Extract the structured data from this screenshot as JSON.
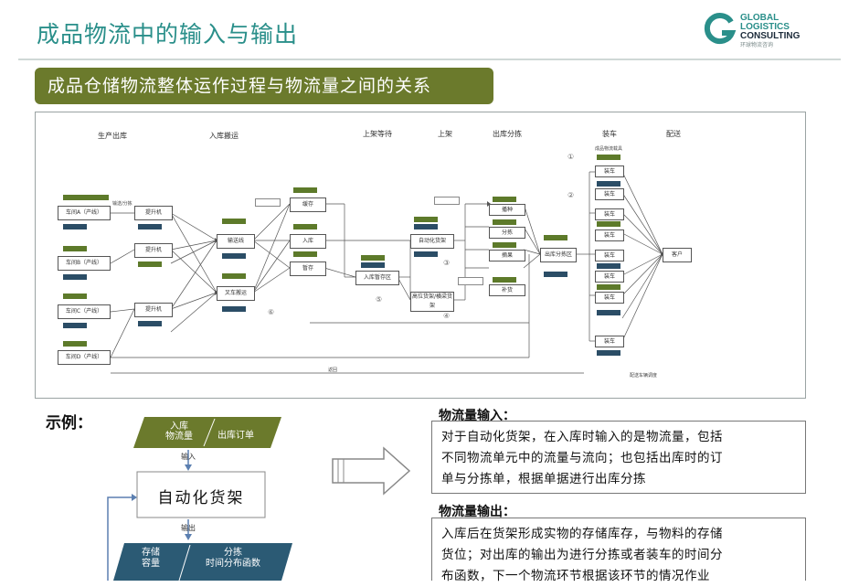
{
  "header": {
    "title": "成品物流中的输入与输出",
    "logo_lines": [
      "GLOBAL",
      "LOGISTICS",
      "CONSULTING"
    ],
    "logo_small": "环球物流咨询",
    "colors": {
      "teal": "#2a8f8a",
      "banner": "#6b7a2c",
      "green_tag": "#5d7a2a",
      "navy_tag": "#2b4d66"
    }
  },
  "banner": {
    "text": "成品仓储物流整体运作过程与物流量之间的关系"
  },
  "flow": {
    "stages": [
      "生产出库",
      "入库搬运",
      "上架等待",
      "上架",
      "出库分拣",
      "装车",
      "配送"
    ],
    "nodes": {
      "prod_lines": [
        "车间A（产线）",
        "车间B（产线）",
        "车间C（产线）",
        "车间D（产线）"
      ],
      "transfer": [
        "提升机",
        "提升机",
        "提升机"
      ],
      "inbound": [
        "输送线",
        "叉车搬运"
      ],
      "buffer": [
        "缓存",
        "入库",
        "暂存"
      ],
      "storage": [
        "入库暂存区",
        "自动化货架",
        "高位货架/横梁货架"
      ],
      "pick": [
        "播种",
        "分拣",
        "摘果",
        "补货"
      ],
      "sort_area": "出库分拣区",
      "dock": [
        "装车",
        "装车",
        "装车",
        "装车",
        "装车",
        "装车",
        "装车",
        "装车"
      ],
      "customer": "客户"
    },
    "notes": {
      "top_right": "成品物流载具",
      "bottom_right": "配送车辆调度",
      "bottom_mid": "返回",
      "stream": "输送/分拣"
    },
    "circled": [
      "①",
      "②",
      "③",
      "④",
      "⑤",
      "⑥"
    ]
  },
  "example": {
    "label": "示例：",
    "top_input": {
      "left_line1": "入库",
      "left_line2": "物流量",
      "right": "出库订单"
    },
    "in_arrow_label": "输入",
    "center_box": "自动化货架",
    "out_arrow_label": "输出",
    "bottom_output": {
      "left_line1": "存储",
      "left_line2": "容量",
      "right_line1": "分拣",
      "right_line2": "时间分布函数"
    }
  },
  "text_panels": {
    "input_title": "物流量输入：",
    "input_lines": [
      "对于自动化货架，在入库时输入的是物流量，包括",
      "不同物流单元中的流量与流向；也包括出库时的订",
      "单与分拣单，根据单据进行出库分拣"
    ],
    "output_title": "物流量输出：",
    "output_lines": [
      "入库后在货架形成实物的存储库存，与物料的存储",
      "货位；对出库的输出为进行分拣或者装车的时间分",
      "布函数，下一个物流环节根据该环节的情况作业"
    ]
  }
}
